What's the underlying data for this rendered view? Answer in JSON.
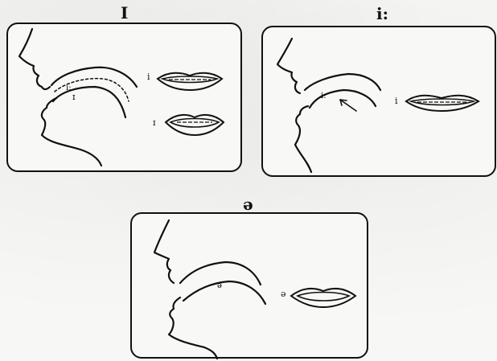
{
  "diagrams": [
    {
      "id": "short-i",
      "symbol": "I",
      "mouth_label_top": "i",
      "mouth_label_bottom": "ɪ",
      "tongue_label_upper": "i:",
      "tongue_label_lower": "ɪ"
    },
    {
      "id": "long-i",
      "symbol": "i:",
      "mouth_label": "i",
      "tongue_label": "i:"
    },
    {
      "id": "schwa",
      "symbol": "ə",
      "mouth_label": "ə",
      "tongue_label": "ə"
    }
  ]
}
